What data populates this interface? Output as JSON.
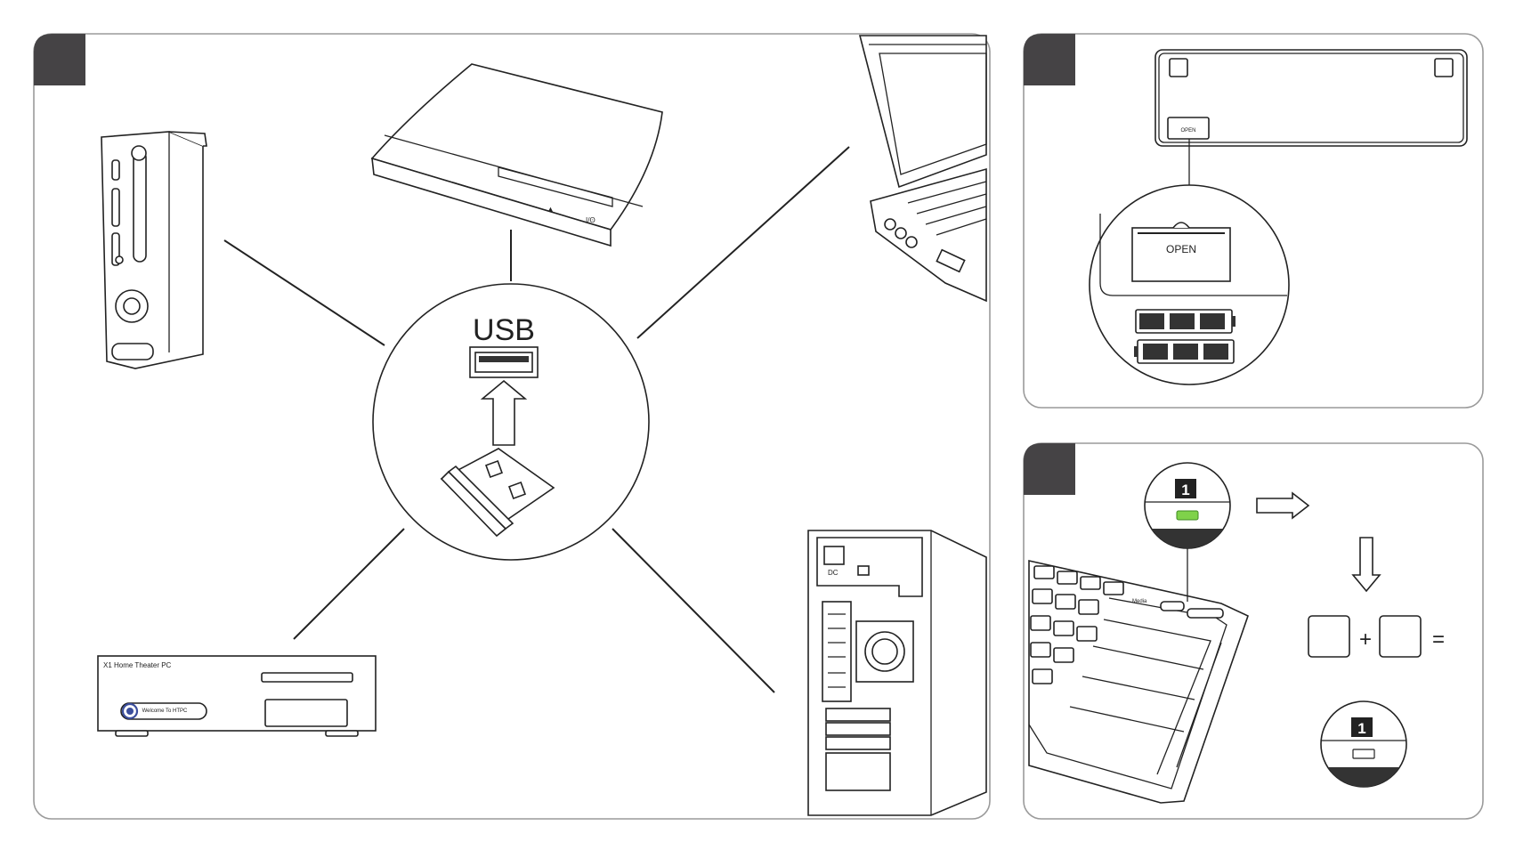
{
  "panels": [
    {
      "id": "connect",
      "step_tab": ""
    },
    {
      "id": "batteries",
      "step_tab": ""
    },
    {
      "id": "pairing",
      "step_tab": ""
    }
  ],
  "usb_label": "USB",
  "htpc": {
    "brand_text": "X1 Home Theater PC",
    "screen_text": "Welcome To HTPC"
  },
  "battery_door": {
    "small_label": "OPEN",
    "zoom_label": "OPEN"
  },
  "desktop_pc": {
    "dc_label": "DC"
  },
  "indicator": {
    "top_digit": "1",
    "bottom_digit": "1"
  },
  "keyboard": {
    "small_label": "Media"
  },
  "equation": {
    "plus": "+",
    "equals": "="
  },
  "colors": {
    "tab": "#454345",
    "led_on": "#7fd24a",
    "border": "#9a9a9a",
    "ink": "#222222"
  }
}
